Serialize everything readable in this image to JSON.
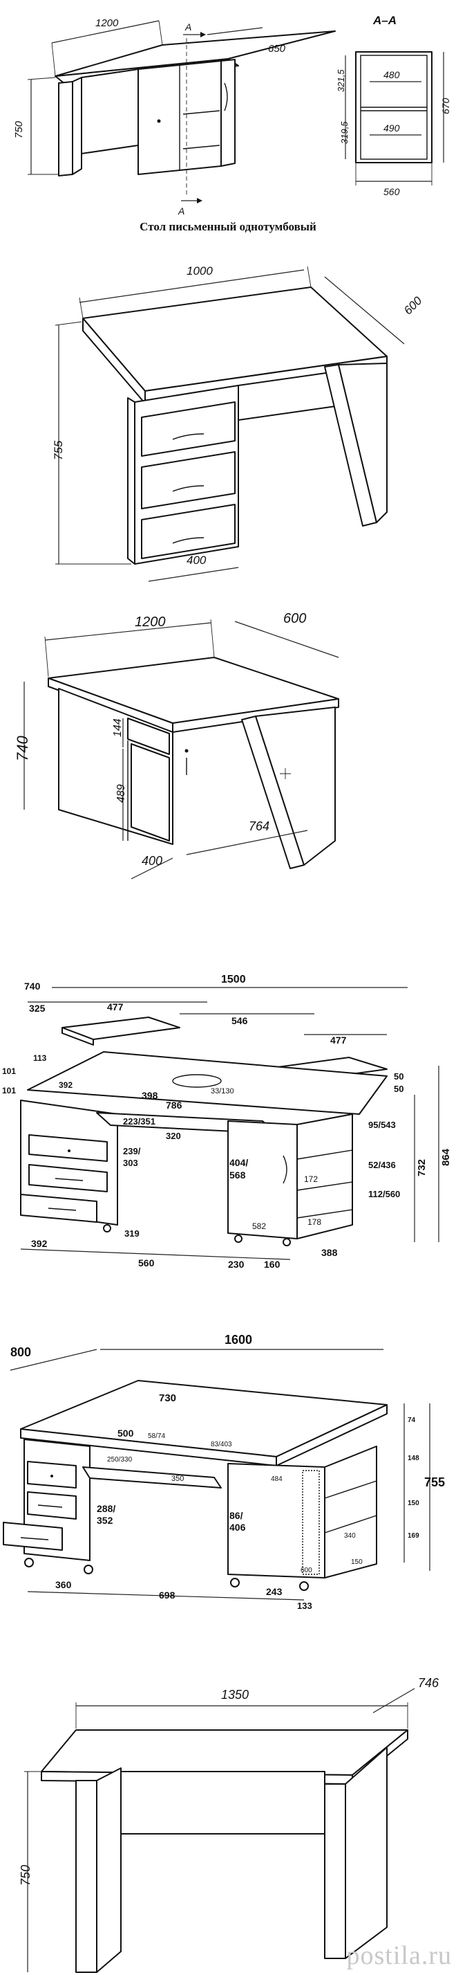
{
  "panel1": {
    "dims": {
      "width": "1200",
      "depth": "650",
      "height": "750",
      "section_mark": "A"
    },
    "section": {
      "title": "A–A",
      "shelf1": "480",
      "shelf2": "490",
      "h1": "321,5",
      "h2": "319,5",
      "total_h": "670",
      "inner_w": "560"
    },
    "caption": "Стол письменный однотумбовый"
  },
  "panel2": {
    "dims": {
      "width": "1000",
      "depth": "600",
      "height": "755",
      "pedestal": "400"
    }
  },
  "panel3": {
    "dims": {
      "width": "1200",
      "depth": "600",
      "height": "740",
      "drawer": "144",
      "door": "489",
      "pedestal": "400",
      "leg_space": "764"
    }
  },
  "panel4": {
    "dims": {
      "depth": "740",
      "width": "1500",
      "d325": "325",
      "d477a": "477",
      "d546": "546",
      "d477b": "477",
      "d113": "113",
      "d101a": "101",
      "d101b": "101",
      "d392": "392",
      "d398": "398",
      "d33_130": "33/130",
      "d50a": "50",
      "d50b": "50",
      "d786": "786",
      "d223": "223/351",
      "d320": "320",
      "d239": "239/",
      "d303": "303",
      "d404": "404/",
      "d568": "568",
      "d95": "95/543",
      "d52": "52/436",
      "d112": "112/560",
      "d172": "172",
      "d178": "178",
      "d582": "582",
      "d319": "319",
      "d864": "864",
      "d732": "732",
      "b392": "392",
      "b560": "560",
      "b230": "230",
      "b160": "160",
      "b388": "388"
    }
  },
  "panel5": {
    "dims": {
      "depth": "800",
      "width": "1600",
      "d730": "730",
      "d500": "500",
      "d58": "58/74",
      "d83": "83/403",
      "d250": "250/330",
      "d350": "350",
      "d484": "484",
      "d288": "288/",
      "d352": "352",
      "d86": "86/",
      "d406": "406",
      "d600": "600",
      "d340": "340",
      "d150a": "150",
      "d74": "74",
      "d148": "148",
      "d150b": "150",
      "d169": "169",
      "d755": "755",
      "b360": "360",
      "b698": "698",
      "b243": "243",
      "b133": "133"
    }
  },
  "panel6": {
    "dims": {
      "width": "1350",
      "depth": "746",
      "height": "750"
    }
  },
  "watermark": "postila.ru"
}
